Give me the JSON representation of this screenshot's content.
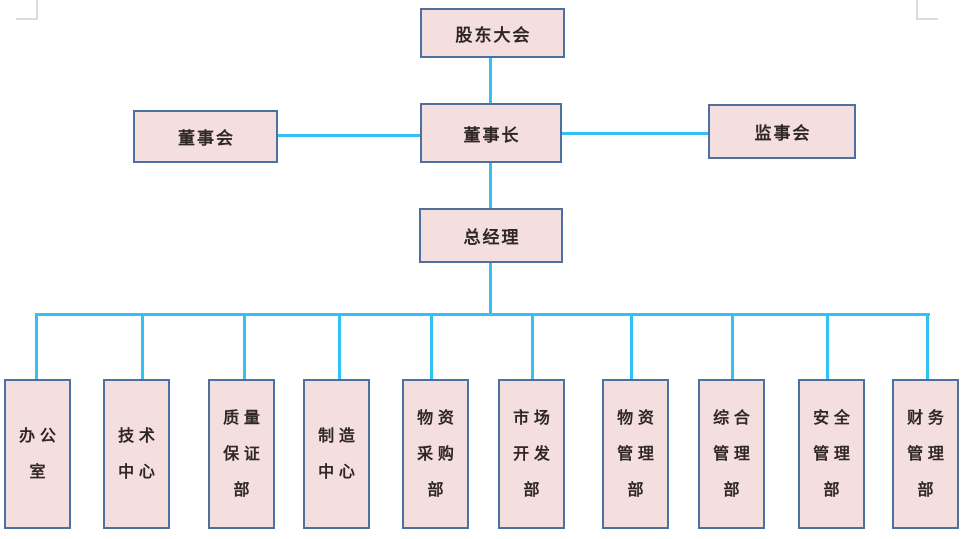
{
  "palette": {
    "node_fill": "#f4dfde",
    "node_border": "#4b71a1",
    "connector": "#33c1f5",
    "text": "#2f2727",
    "corner_mark": "#dcdcdc"
  },
  "diagram_type": "org-chart",
  "nodes": {
    "shareholders": "股东大会",
    "board": "董事会",
    "chairman": "董事长",
    "supervisors": "监事会",
    "general_manager": "总经理"
  },
  "departments": [
    {
      "name": "办公室",
      "lines": [
        "办公",
        "室"
      ]
    },
    {
      "name": "技术中心",
      "lines": [
        "技术",
        "中心"
      ]
    },
    {
      "name": "质量保证部",
      "lines": [
        "质量",
        "保证",
        "部"
      ]
    },
    {
      "name": "制造中心",
      "lines": [
        "制造",
        "中心"
      ]
    },
    {
      "name": "物资采购部",
      "lines": [
        "物资",
        "采购",
        "部"
      ]
    },
    {
      "name": "市场开发部",
      "lines": [
        "市场",
        "开发",
        "部"
      ]
    },
    {
      "name": "物资管理部",
      "lines": [
        "物资",
        "管理",
        "部"
      ]
    },
    {
      "name": "综合管理部",
      "lines": [
        "综合",
        "管理",
        "部"
      ]
    },
    {
      "name": "安全管理部",
      "lines": [
        "安全",
        "管理",
        "部"
      ]
    },
    {
      "name": "财务管理部",
      "lines": [
        "财务",
        "管理",
        "部"
      ]
    }
  ]
}
